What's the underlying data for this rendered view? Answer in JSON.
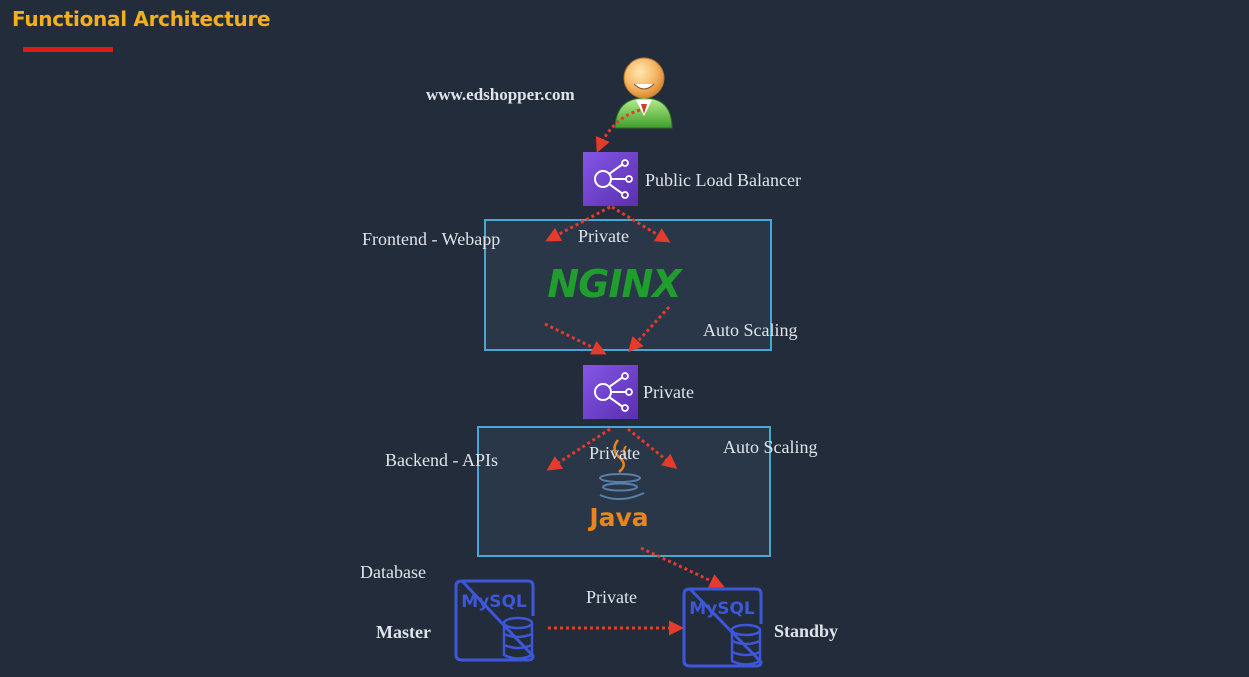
{
  "slide": {
    "title": "Functional Architecture"
  },
  "diagram": {
    "url": "www.edshopper.com",
    "public_lb": "Public Load Balancer",
    "frontend_label": "Frontend - Webapp",
    "frontend_private": "Private",
    "frontend_logo": "NGINX",
    "frontend_autoscaling": "Auto Scaling",
    "internal_lb_private": "Private",
    "backend_label": "Backend  - APIs",
    "backend_private": "Private",
    "backend_autoscaling": "Auto Scaling",
    "backend_logo": "Java",
    "database_label": "Database",
    "db_private": "Private",
    "master_label": "Master",
    "standby_label": "Standby",
    "mysql_text": "MySQL"
  },
  "colors": {
    "title": "#f2b01e",
    "accent_underline": "#e01a16",
    "arrow": "#e53b2c",
    "box_border": "#49a8d3",
    "lb_purple": "#6c40c8",
    "nginx_green": "#1f9e2d",
    "java_orange": "#e8861c",
    "mysql_blue": "#3d57d8"
  }
}
